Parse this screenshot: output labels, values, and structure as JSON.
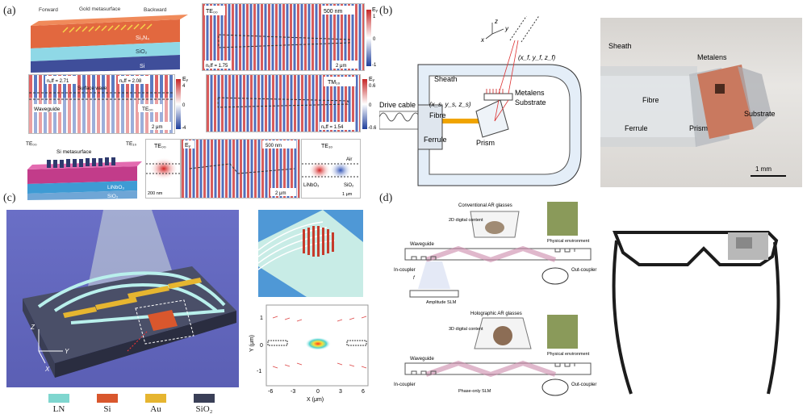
{
  "panels": {
    "a": {
      "label": "(a)",
      "top_left": {
        "forward": "Forward",
        "backward": "Backward",
        "gold_metasurface": "Gold metasurface",
        "si3n4": "Si₃N₄",
        "sio2": "SiO₂",
        "si": "Si"
      },
      "top_right": {
        "mode": "TE₀₀",
        "scale": "500 nm",
        "colorbar": "Eᵧ",
        "neff": "nₑff = 1.75",
        "scale2": "2 μm",
        "cb_max": "1",
        "cb_zero": "0",
        "cb_min": "-1"
      },
      "mid_left": {
        "neff1": "nₑff = 2.71",
        "neff2": "nₑff = 2.08",
        "surface_wave": "Surface wave",
        "waveguide": "Waveguide",
        "te00": "TE₀₀",
        "scale": "2 μm",
        "colorbar": "Eᵧ",
        "cb_max": "4",
        "cb_zero": "0",
        "cb_min": "-4"
      },
      "mid_right": {
        "mode": "TM₁₀",
        "colorbar": "Eᵧ",
        "neff": "nₑff = 1.54",
        "cb_max": "0.6",
        "cb_zero": "0",
        "cb_min": "-0.6"
      },
      "bottom": {
        "te00_in": "TE₀₀",
        "te10_out": "TE₁₀",
        "si_metasurface": "Si metasurface",
        "linbo3": "LiNbO₃",
        "sio2": "SiO₂",
        "mode1": "TE₀₀",
        "scale1": "200 nm",
        "field": "Eᵧ",
        "scale2": "500 nm",
        "scale3": "2 μm",
        "mode2": "TE₁₀",
        "air": "Air",
        "linbo3_2": "LiNbO₃",
        "sio2_2": "SiO₂",
        "scale4": "1 μm"
      }
    },
    "b": {
      "label": "(b)",
      "schematic": {
        "sheath": "Sheath",
        "drive_cable": "Drive cable",
        "fibre": "Fibre",
        "ferrule": "Ferrule",
        "prism": "Prism",
        "metalens": "Metalens",
        "substrate": "Substrate",
        "focus": "(x_f, y_f, z_f)",
        "src": "(x_s, y_s, z_s)"
      },
      "photo": {
        "sheath": "Sheath",
        "metalens": "Metalens",
        "fibre": "Fibre",
        "ferrule": "Ferrule",
        "prism": "Prism",
        "substrate": "Substrate",
        "scale": "1 mm"
      }
    },
    "c": {
      "label": "(c)",
      "legend": [
        {
          "name": "LN",
          "color": "#7fd6cf"
        },
        {
          "name": "Si",
          "color": "#d9572d"
        },
        {
          "name": "Au",
          "color": "#e6b530"
        },
        {
          "name": "SiO₂",
          "color": "#3a3f57"
        }
      ],
      "plot": {
        "xlabel": "X (μm)",
        "ylabel": "Y (μm)",
        "xticks": [
          "-6",
          "-3",
          "0",
          "3",
          "6"
        ],
        "yticks": [
          "1",
          "0",
          "-1"
        ]
      }
    },
    "d": {
      "label": "(d)",
      "conv": {
        "title": "Conventional AR glasses",
        "content": "2D digital content",
        "physical": "Physical environment",
        "waveguide": "Waveguide",
        "in_coupler": "In-coupler",
        "out_coupler": "Out-coupler",
        "slm": "Amplitude SLM",
        "f": "f"
      },
      "holo": {
        "title": "Holographic AR glasses",
        "content": "3D digital content",
        "physical": "Physical environment",
        "waveguide": "Waveguide",
        "in_coupler": "In-coupler",
        "out_coupler": "Out-coupler",
        "slm": "Phase-only SLM"
      }
    }
  }
}
